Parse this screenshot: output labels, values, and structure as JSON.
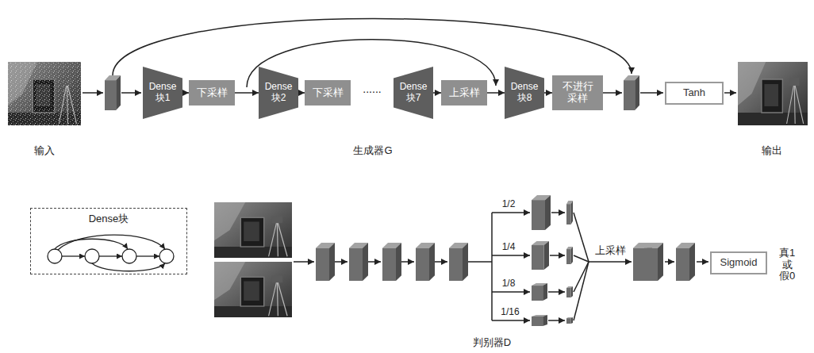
{
  "diagram": {
    "nodes": [
      {
        "text": [
          "Dense 块1"
        ]
      },
      {
        "text": [
          "下采样"
        ]
      },
      {
        "text": [
          "Dense 块2"
        ]
      },
      {
        "text": [
          "下采样"
        ]
      },
      {
        "text": [
          "Dense 块7"
        ]
      },
      {
        "text": [
          "上采样"
        ]
      },
      {
        "text": [
          "Dense 块8"
        ]
      },
      {
        "text": [
          "不进行 采样"
        ]
      },
      {
        "text": [
          "Tanh"
        ]
      },
      {
        "text": [
          "Dense块"
        ]
      },
      {
        "text": [
          "Sigmoid"
        ]
      }
    ],
    "edges": [
      {
        "from": 0,
        "to": 1,
        "arrow": "to"
      },
      {
        "from": 1,
        "to": 2,
        "arrow": "to"
      },
      {
        "from": 2,
        "to": 3,
        "arrow": "to"
      },
      {
        "from": 4,
        "to": 5,
        "arrow": "to"
      },
      {
        "from": 5,
        "to": 6,
        "arrow": "to"
      },
      {
        "from": 6,
        "to": 7,
        "arrow": "to"
      }
    ],
    "labels": [
      "输入",
      "......",
      "生成器G",
      "输出",
      "1/2",
      "1/4",
      "1/8",
      "1/16",
      "上采样",
      "真1 或 假0",
      "判别器D"
    ]
  }
}
